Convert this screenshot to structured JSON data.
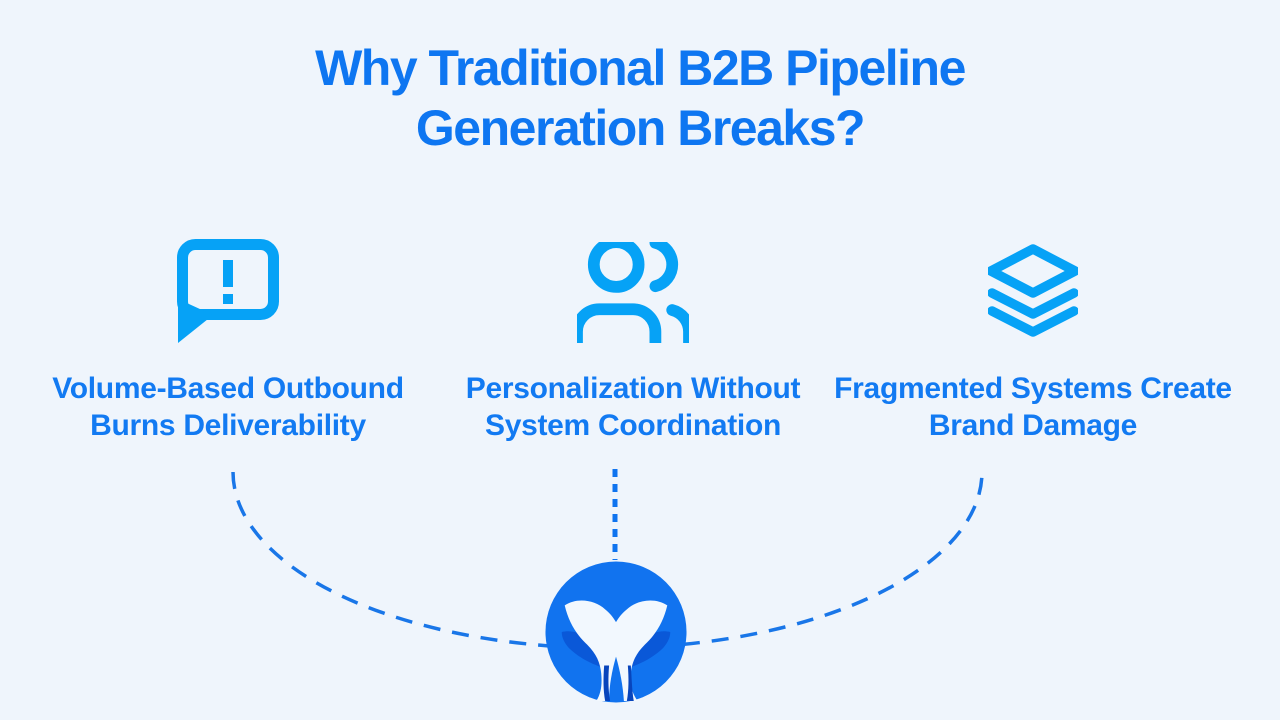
{
  "title": {
    "line1": "Why Traditional B2B Pipeline",
    "line2": "Generation Breaks?"
  },
  "columns": [
    {
      "icon": "alert-speech-bubble-icon",
      "label": {
        "line1": "Volume-Based Outbound",
        "line2": "Burns Deliverability"
      }
    },
    {
      "icon": "users-icon",
      "label": {
        "line1": "Personalization Without",
        "line2": "System Coordination"
      }
    },
    {
      "icon": "layers-icon",
      "label": {
        "line1": "Fragmented Systems Create",
        "line2": "Brand Damage"
      }
    }
  ],
  "logo": {
    "name": "whale-tail-logo"
  },
  "colors": {
    "background": "#EFF5FC",
    "heading_blue": "#0E76F1",
    "label_blue": "#127AF2",
    "icon_blue": "#06A2F6",
    "connector_blue": "#1976E8",
    "logo_circle_blue": "#1173EF",
    "logo_shadow_blue": "#0A58D8",
    "logo_deep_blue": "#0845BC",
    "logo_tail_white": "#F2F8FE"
  }
}
